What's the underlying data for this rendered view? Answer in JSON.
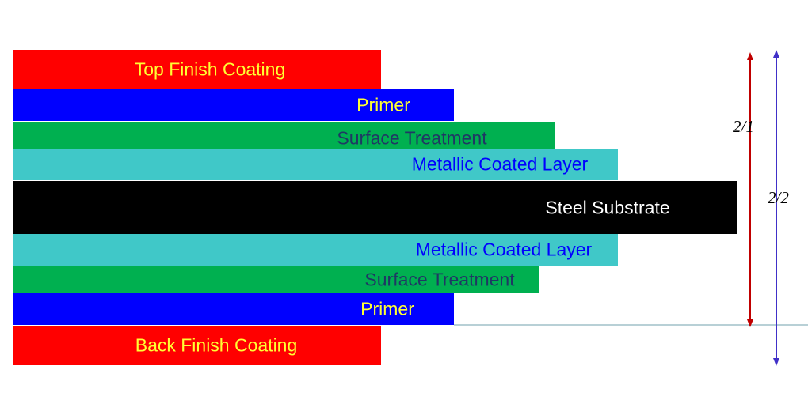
{
  "layers": [
    {
      "label": "Top Finish Coating",
      "color": "#ff0000",
      "text_color": "#ffff33"
    },
    {
      "label": "Primer",
      "color": "#0000ff",
      "text_color": "#ffff33"
    },
    {
      "label": "Surface Treatment",
      "color": "#00b050",
      "text_color": "#1f3864"
    },
    {
      "label": "Metallic Coated Layer",
      "color": "#40c8c8",
      "text_color": "#0000ff"
    },
    {
      "label": "Steel Substrate",
      "color": "#000000",
      "text_color": "#ffffff"
    },
    {
      "label": "Metallic Coated Layer",
      "color": "#40c8c8",
      "text_color": "#0000ff"
    },
    {
      "label": "Surface Treatment",
      "color": "#00b050",
      "text_color": "#1f3864"
    },
    {
      "label": "Primer",
      "color": "#0000ff",
      "text_color": "#ffff33"
    },
    {
      "label": "Back Finish Coating",
      "color": "#ff0000",
      "text_color": "#ffff33"
    }
  ],
  "dimensions": [
    {
      "label": "2/1",
      "color": "#c00000"
    },
    {
      "label": "2/2",
      "color": "#4030c8"
    }
  ]
}
